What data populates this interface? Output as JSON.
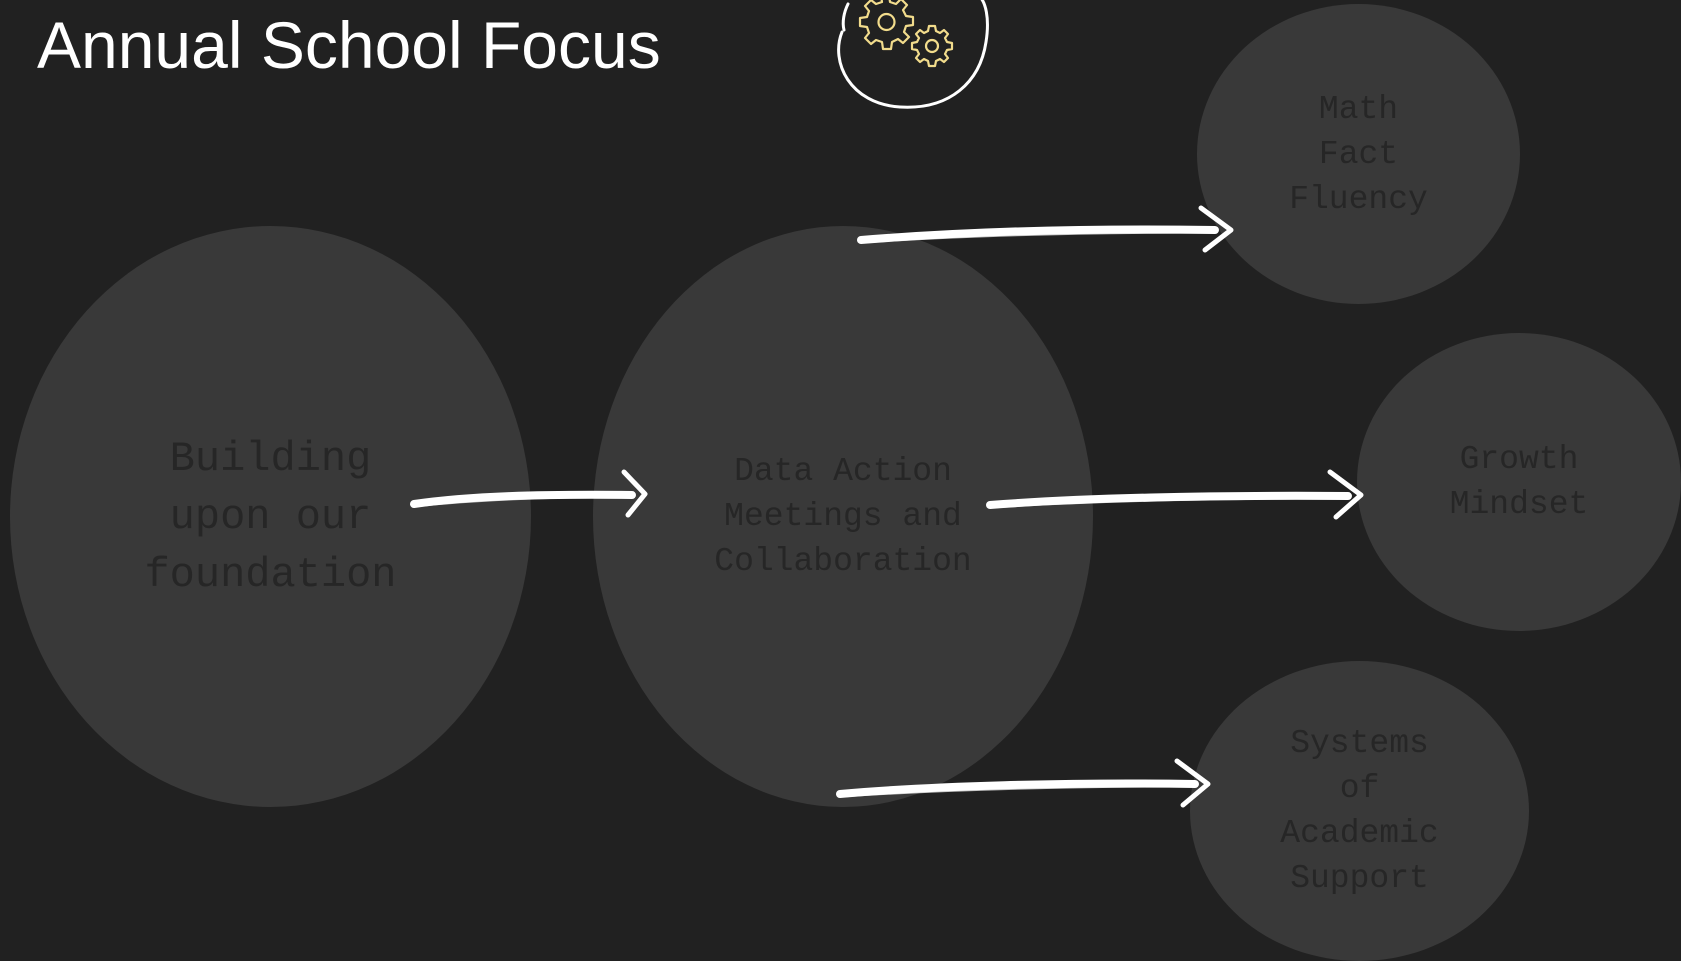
{
  "slide": {
    "title": "Annual School Focus"
  },
  "diagram": {
    "nodes": [
      {
        "id": "foundation",
        "label": "Building upon our foundation"
      },
      {
        "id": "data",
        "label": "Data Action Meetings and Collaboration"
      },
      {
        "id": "math",
        "label": "Math Fact Fluency"
      },
      {
        "id": "growth",
        "label": "Growth Mindset"
      },
      {
        "id": "systems",
        "label": "Systems of Academic Support"
      }
    ],
    "edges": [
      {
        "from": "foundation",
        "to": "data"
      },
      {
        "from": "data",
        "to": "math"
      },
      {
        "from": "data",
        "to": "growth"
      },
      {
        "from": "data",
        "to": "systems"
      }
    ]
  },
  "icons": {
    "badge": "gears-icon"
  },
  "colors": {
    "background": "#212121",
    "bubble": "#393939",
    "bubble_text": "#262626",
    "title": "#ffffff",
    "arrow": "#ffffff",
    "gear": "#f2dc8c"
  }
}
